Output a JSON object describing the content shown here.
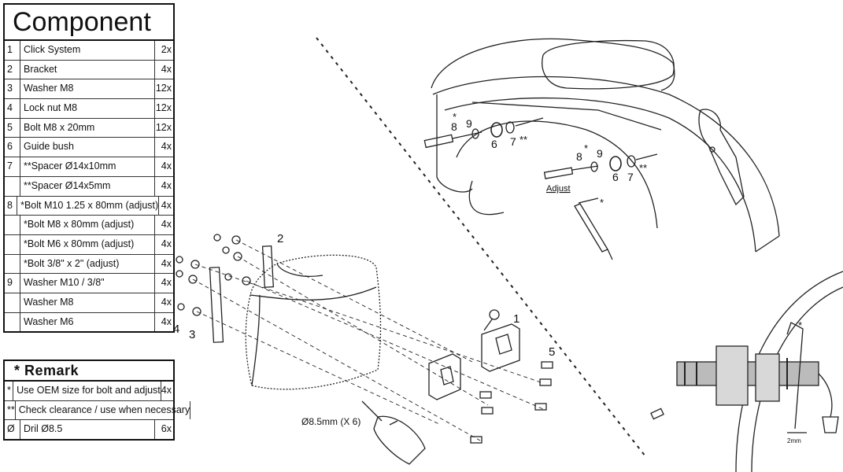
{
  "components": {
    "title": "Component",
    "rows": [
      {
        "num": "1",
        "name": "Click System",
        "qty": "2x"
      },
      {
        "num": "2",
        "name": "Bracket",
        "qty": "4x"
      },
      {
        "num": "3",
        "name": "Washer M8",
        "qty": "12x"
      },
      {
        "num": "4",
        "name": "Lock nut M8",
        "qty": "12x"
      },
      {
        "num": "5",
        "name": "Bolt M8 x 20mm",
        "qty": "12x"
      },
      {
        "num": "6",
        "name": "Guide bush",
        "qty": "4x"
      },
      {
        "num": "7",
        "name": "**Spacer Ø14x10mm",
        "qty": "4x"
      },
      {
        "num": "",
        "name": "**Spacer Ø14x5mm",
        "qty": "4x"
      },
      {
        "num": "8",
        "name": "*Bolt M10 1.25 x 80mm (adjust)",
        "qty": "4x"
      },
      {
        "num": "",
        "name": "*Bolt M8 x 80mm (adjust)",
        "qty": "4x"
      },
      {
        "num": "",
        "name": "*Bolt M6 x 80mm (adjust)",
        "qty": "4x"
      },
      {
        "num": "",
        "name": "*Bolt 3/8\" x 2\" (adjust)",
        "qty": "4x"
      },
      {
        "num": "9",
        "name": "Washer M10 / 3/8\"",
        "qty": "4x"
      },
      {
        "num": "",
        "name": "Washer M8",
        "qty": "4x"
      },
      {
        "num": "",
        "name": "Washer M6",
        "qty": "4x"
      }
    ]
  },
  "remarks": {
    "title": "* Remark",
    "rows": [
      {
        "sym": "*",
        "text": "Use OEM size for bolt and adjust",
        "qty": "4x"
      },
      {
        "sym": "**",
        "text": "Check clearance / use when necessary",
        "qty": ""
      },
      {
        "sym": "Ø",
        "text": "Dril Ø8.5",
        "qty": "6x"
      }
    ]
  },
  "diagram_labels": {
    "bag_l4": "4",
    "bag_l3": "3",
    "bag_l2": "2",
    "bag_l1": "1",
    "bag_l5": "5",
    "drill_note": "Ø8.5mm (X 6)",
    "fender_star1": "*",
    "fender_8a": "8",
    "fender_9a": "9",
    "fender_6a": "6",
    "fender_7a": "7",
    "fender_ss1": "**",
    "fender_star2": "*",
    "fender_8b": "8",
    "fender_9b": "9",
    "fender_6b": "6",
    "fender_7b": "7",
    "fender_ss2": "**",
    "fender_adjust": "Adjust",
    "saw_star": "*",
    "detail_star": "*",
    "detail_gap": "2mm"
  }
}
